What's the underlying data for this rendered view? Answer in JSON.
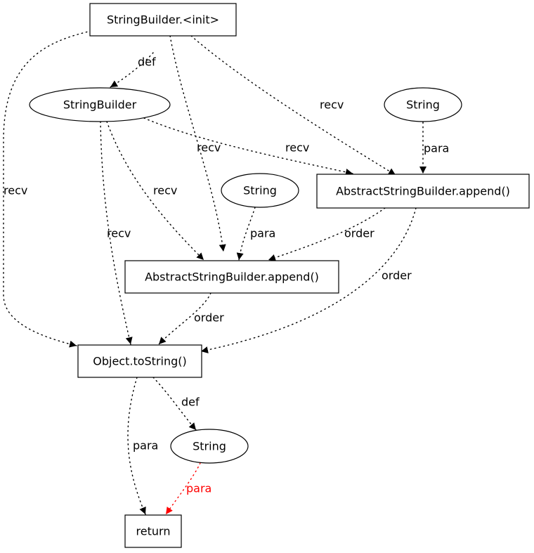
{
  "diagram": {
    "type": "directed-graph",
    "nodes": [
      {
        "id": "sb_init",
        "label": "StringBuilder.<init>",
        "shape": "box"
      },
      {
        "id": "sb",
        "label": "StringBuilder",
        "shape": "ellipse"
      },
      {
        "id": "str1",
        "label": "String",
        "shape": "ellipse"
      },
      {
        "id": "str2",
        "label": "String",
        "shape": "ellipse"
      },
      {
        "id": "append1",
        "label": "AbstractStringBuilder.append()",
        "shape": "box"
      },
      {
        "id": "append2",
        "label": "AbstractStringBuilder.append()",
        "shape": "box"
      },
      {
        "id": "tostring",
        "label": "Object.toString()",
        "shape": "box"
      },
      {
        "id": "str3",
        "label": "String",
        "shape": "ellipse"
      },
      {
        "id": "ret",
        "label": "return",
        "shape": "box"
      }
    ],
    "edges": [
      {
        "from": "sb_init",
        "to": "sb",
        "label": "def",
        "color": "#000000"
      },
      {
        "from": "sb_init",
        "to": "tostring",
        "label": "recv",
        "color": "#000000"
      },
      {
        "from": "sb_init",
        "to": "append2",
        "label": "recv",
        "color": "#000000"
      },
      {
        "from": "sb_init",
        "to": "append1",
        "label": "recv",
        "color": "#000000"
      },
      {
        "from": "sb",
        "to": "append1",
        "label": "recv",
        "color": "#000000"
      },
      {
        "from": "sb",
        "to": "append2",
        "label": "recv",
        "color": "#000000"
      },
      {
        "from": "sb",
        "to": "tostring",
        "label": "recv",
        "color": "#000000"
      },
      {
        "from": "str1",
        "to": "append1",
        "label": "para",
        "color": "#000000"
      },
      {
        "from": "str2",
        "to": "append2",
        "label": "para",
        "color": "#000000"
      },
      {
        "from": "append1",
        "to": "append2",
        "label": "order",
        "color": "#000000"
      },
      {
        "from": "append1",
        "to": "tostring",
        "label": "order",
        "color": "#000000"
      },
      {
        "from": "append2",
        "to": "tostring",
        "label": "order",
        "color": "#000000"
      },
      {
        "from": "tostring",
        "to": "str3",
        "label": "def",
        "color": "#000000"
      },
      {
        "from": "tostring",
        "to": "ret",
        "label": "para",
        "color": "#000000"
      },
      {
        "from": "str3",
        "to": "ret",
        "label": "para",
        "color": "#ff0000"
      }
    ]
  }
}
